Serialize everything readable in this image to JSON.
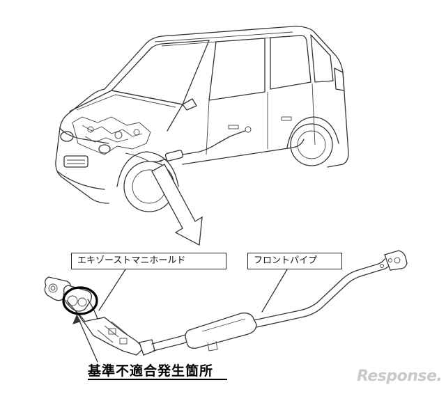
{
  "labels": {
    "exhaust_manifold": "エキゾーストマニホールド",
    "front_pipe": "フロントパイプ",
    "defect_location": "基準不適合発生箇所"
  },
  "watermark": "Response.",
  "colors": {
    "line": "#333333",
    "background": "#ffffff",
    "watermark": "#c9c9c9"
  }
}
